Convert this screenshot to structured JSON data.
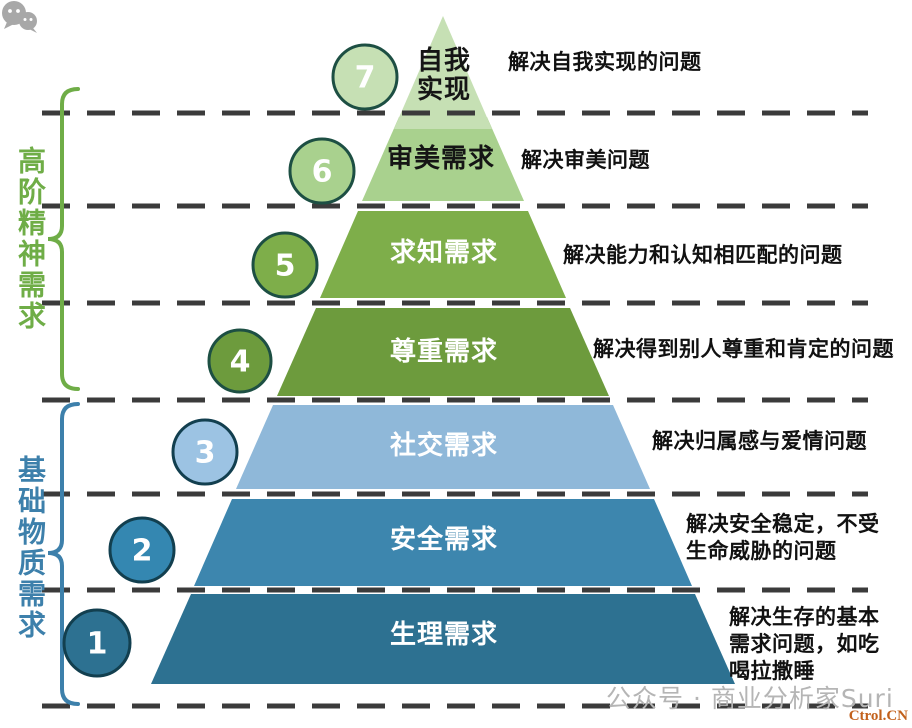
{
  "colors": {
    "divider": "#3b3b3b",
    "high_group": "#6fad47",
    "basic_group": "#3d80ab",
    "watermark": "#b5b5b5",
    "watermark_icon": "#a8a8a8",
    "footer": "#c2611c"
  },
  "side_groups": [
    {
      "label": "高阶精神需求",
      "color": "#6fad47"
    },
    {
      "label": "基础物质需求",
      "color": "#3d80ab"
    }
  ],
  "levels": [
    {
      "num": "7",
      "label": "自我实现",
      "annotation": "解决自我实现的问题",
      "band_color": "#c6e0b4",
      "circle_fill": "#c6e0b4",
      "circle_border": "#1d4f43",
      "label_color": "#151515"
    },
    {
      "num": "6",
      "label": "审美需求",
      "annotation": "解决审美问题",
      "band_color": "#a9d18e",
      "circle_fill": "#a9d18e",
      "circle_border": "#1d4f43",
      "label_color": "#151515"
    },
    {
      "num": "5",
      "label": "求知需求",
      "annotation": "解决能力和认知相匹配的问题",
      "band_color": "#7eae4a",
      "circle_fill": "#7eae4a",
      "circle_border": "#1d4f43",
      "label_color": "#ffffff"
    },
    {
      "num": "4",
      "label": "尊重需求",
      "annotation": "解决得到别人尊重和肯定的问题",
      "band_color": "#6d9b3d",
      "circle_fill": "#6d9b3d",
      "circle_border": "#1d4f43",
      "label_color": "#ffffff"
    },
    {
      "num": "3",
      "label": "社交需求",
      "annotation": "解决归属感与爱情问题",
      "band_color": "#8fb8d9",
      "circle_fill": "#9cc3e3",
      "circle_border": "#123f4f",
      "label_color": "#ffffff"
    },
    {
      "num": "2",
      "label": "安全需求",
      "annotation": "解决安全稳定，不受\n生命威胁的问题",
      "band_color": "#3d86ae",
      "circle_fill": "#3487b1",
      "circle_border": "#123f4f",
      "label_color": "#ffffff"
    },
    {
      "num": "1",
      "label": "生理需求",
      "annotation": "解决生存的基本\n需求问题，如吃\n喝拉撒睡",
      "band_color": "#2d7191",
      "circle_fill": "#2d7191",
      "circle_border": "#123f4f",
      "label_color": "#ffffff"
    }
  ],
  "watermark": {
    "text": "公众号 · 商业分析家Suri"
  },
  "footer": {
    "text": "Ctrol.CN"
  }
}
